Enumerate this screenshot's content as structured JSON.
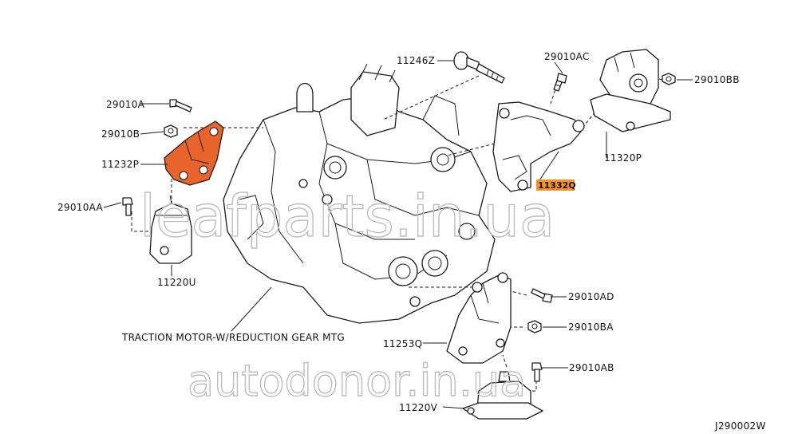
{
  "diagram": {
    "labels": {
      "p11246Z": "11246Z",
      "p29010AC": "29010AC",
      "p29010BB": "29010BB",
      "p29010A": "29010A",
      "p29010B": "29010B",
      "p11232P": "11232P",
      "p11320P": "11320P",
      "p11332": "11332Q",
      "p29010AA": "29010AA",
      "p11220U": "11220U",
      "p29010AD": "29010AD",
      "p29010BA": "29010BA",
      "p11253Q": "11253Q",
      "p29010AB": "29010AB",
      "p11220V": "11220V",
      "traction": "TRACTION MOTOR-W/REDUCTION GEAR MTG",
      "code": "J290002W"
    },
    "watermarks": {
      "top": "leafparts.in.ua",
      "bottom": "autodonor.in.ua"
    },
    "colors": {
      "highlight": "#e8642a",
      "highlight_box": "#f7941d",
      "line": "#1a1a1a",
      "watermark": "#bdbdbd"
    }
  }
}
